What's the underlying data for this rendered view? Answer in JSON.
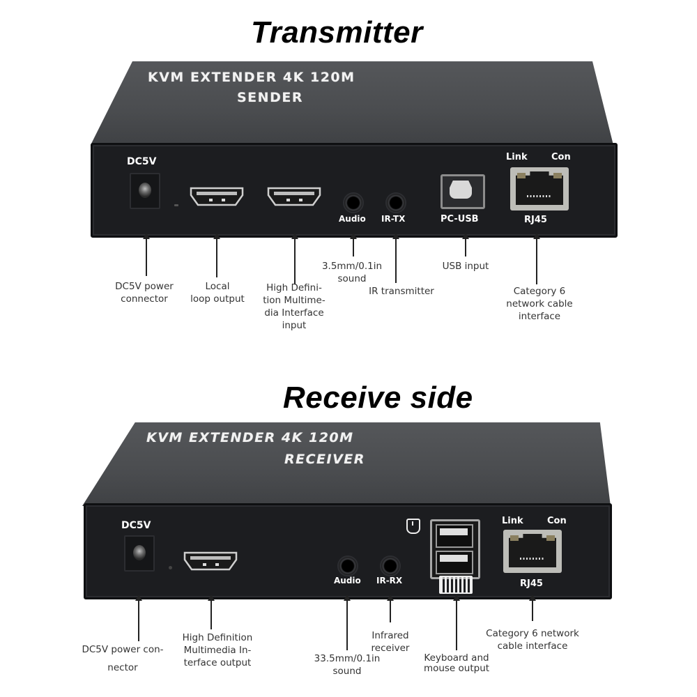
{
  "transmitter": {
    "section_title": "Transmitter",
    "lid_line1": "KVM EXTENDER 4K 120M",
    "lid_line2": "SENDER",
    "panel": {
      "dc_label": "DC5V",
      "audio_label": "Audio",
      "ir_label": "IR-TX",
      "usb_label": "PC-USB",
      "link_label": "Link",
      "con_label": "Con",
      "rj45_label": "RJ45"
    },
    "annotations": {
      "dc": "DC5V power\nconnector",
      "loop": "Local\nloop output",
      "hdmi_in": "High Defini-\ntion Multime-\ndia Interface\ninput",
      "audio": "3.5mm/0.1in\nsound",
      "ir": "IR transmitter",
      "usb": "USB input",
      "rj45": "Category 6\nnetwork cable\ninterface"
    }
  },
  "receiver": {
    "section_title": "Receive side",
    "lid_line1": "KVM EXTENDER 4K 120M",
    "lid_line2": "RECEIVER",
    "panel": {
      "dc_label": "DC5V",
      "audio_label": "Audio",
      "ir_label": "IR-RX",
      "link_label": "Link",
      "con_label": "Con",
      "rj45_label": "RJ45"
    },
    "annotations": {
      "dc": "DC5V power con-\nnector",
      "hdmi_out": "High Definition\nMultimedia In-\nterface output",
      "audio": "33.5mm/0.1in\nsound",
      "ir": "Infrared\nreceiver",
      "usb": "Keyboard and\nmouse output",
      "rj45": "Category 6 network\ncable interface"
    }
  }
}
